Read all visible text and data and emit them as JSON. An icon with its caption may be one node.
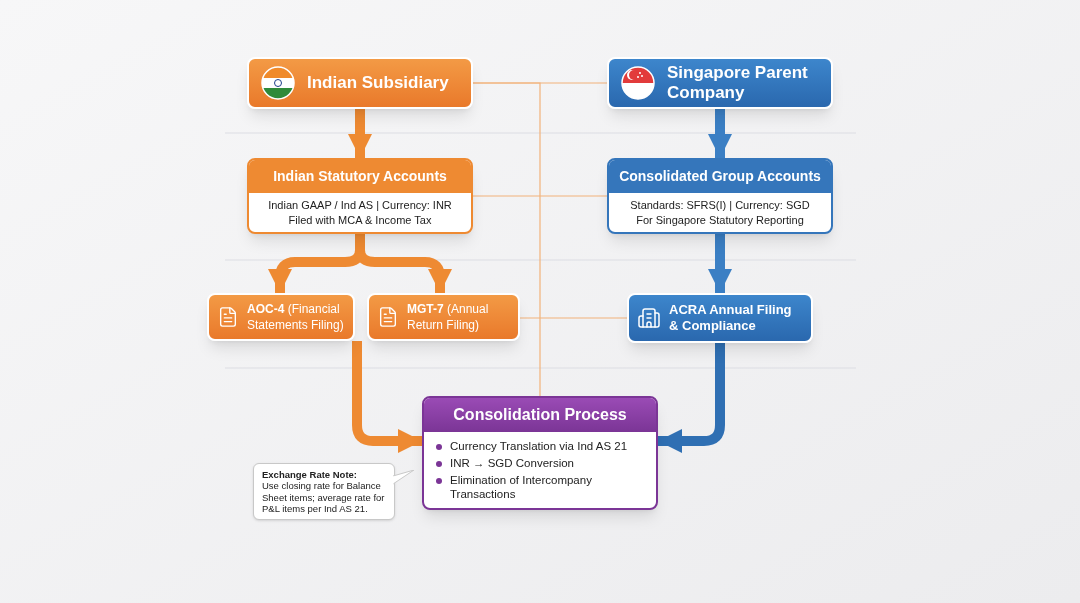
{
  "diagram": {
    "nodes": [
      {
        "text": [
          "Indian Subsidiary"
        ]
      },
      {
        "text": [
          "Singapore Parent Company"
        ]
      },
      {
        "text": [
          "Indian Statutory Accounts",
          "Indian GAAP / Ind AS | Currency: INR",
          "Filed with MCA & Income Tax"
        ]
      },
      {
        "text": [
          "Consolidated Group Accounts",
          "Standards: SFRS(I) | Currency: SGD",
          "For Singapore Statutory Reporting"
        ]
      },
      {
        "text": [
          "**AOC-4** (Financial Statements Filing)"
        ]
      },
      {
        "text": [
          "**MGT-7** (Annual Return Filing)"
        ]
      },
      {
        "text": [
          "ACRA Annual Filing & Compliance"
        ]
      },
      {
        "text": [
          "Consolidation Process",
          "Currency Translation via Ind AS 21",
          "INR → SGD Conversion",
          "Elimination of Intercompany Transactions"
        ]
      },
      {
        "text": [
          "Exchange Rate Note:",
          "Use closing rate for Balance Sheet items; average rate for P&L items per Ind AS 21."
        ]
      }
    ],
    "edges": [
      {
        "from": 0,
        "to": 2,
        "arrow": "to",
        "color": "#ee8a32"
      },
      {
        "from": 2,
        "to": 4,
        "arrow": "to",
        "color": "#ee8a32"
      },
      {
        "from": 2,
        "to": 5,
        "arrow": "to",
        "color": "#ee8a32"
      },
      {
        "from": 1,
        "to": 3,
        "arrow": "to",
        "color": "#3b7fc4"
      },
      {
        "from": 3,
        "to": 6,
        "arrow": "to",
        "color": "#3b7fc4"
      },
      {
        "from": 4,
        "to": 7,
        "arrow": "to",
        "color": "#ee8a32"
      },
      {
        "from": 6,
        "to": 7,
        "arrow": "to",
        "color": "#2f6fb3"
      },
      {
        "from": 0,
        "to": 1,
        "arrow": "none",
        "color": "#f2b27a"
      },
      {
        "from": 2,
        "to": 3,
        "arrow": "none",
        "color": "#f2b27a"
      },
      {
        "from": 5,
        "to": 6,
        "arrow": "none",
        "color": "#f2b27a"
      },
      {
        "from": 0,
        "to": 7,
        "arrow": "none",
        "color": "#f2b27a"
      }
    ]
  }
}
